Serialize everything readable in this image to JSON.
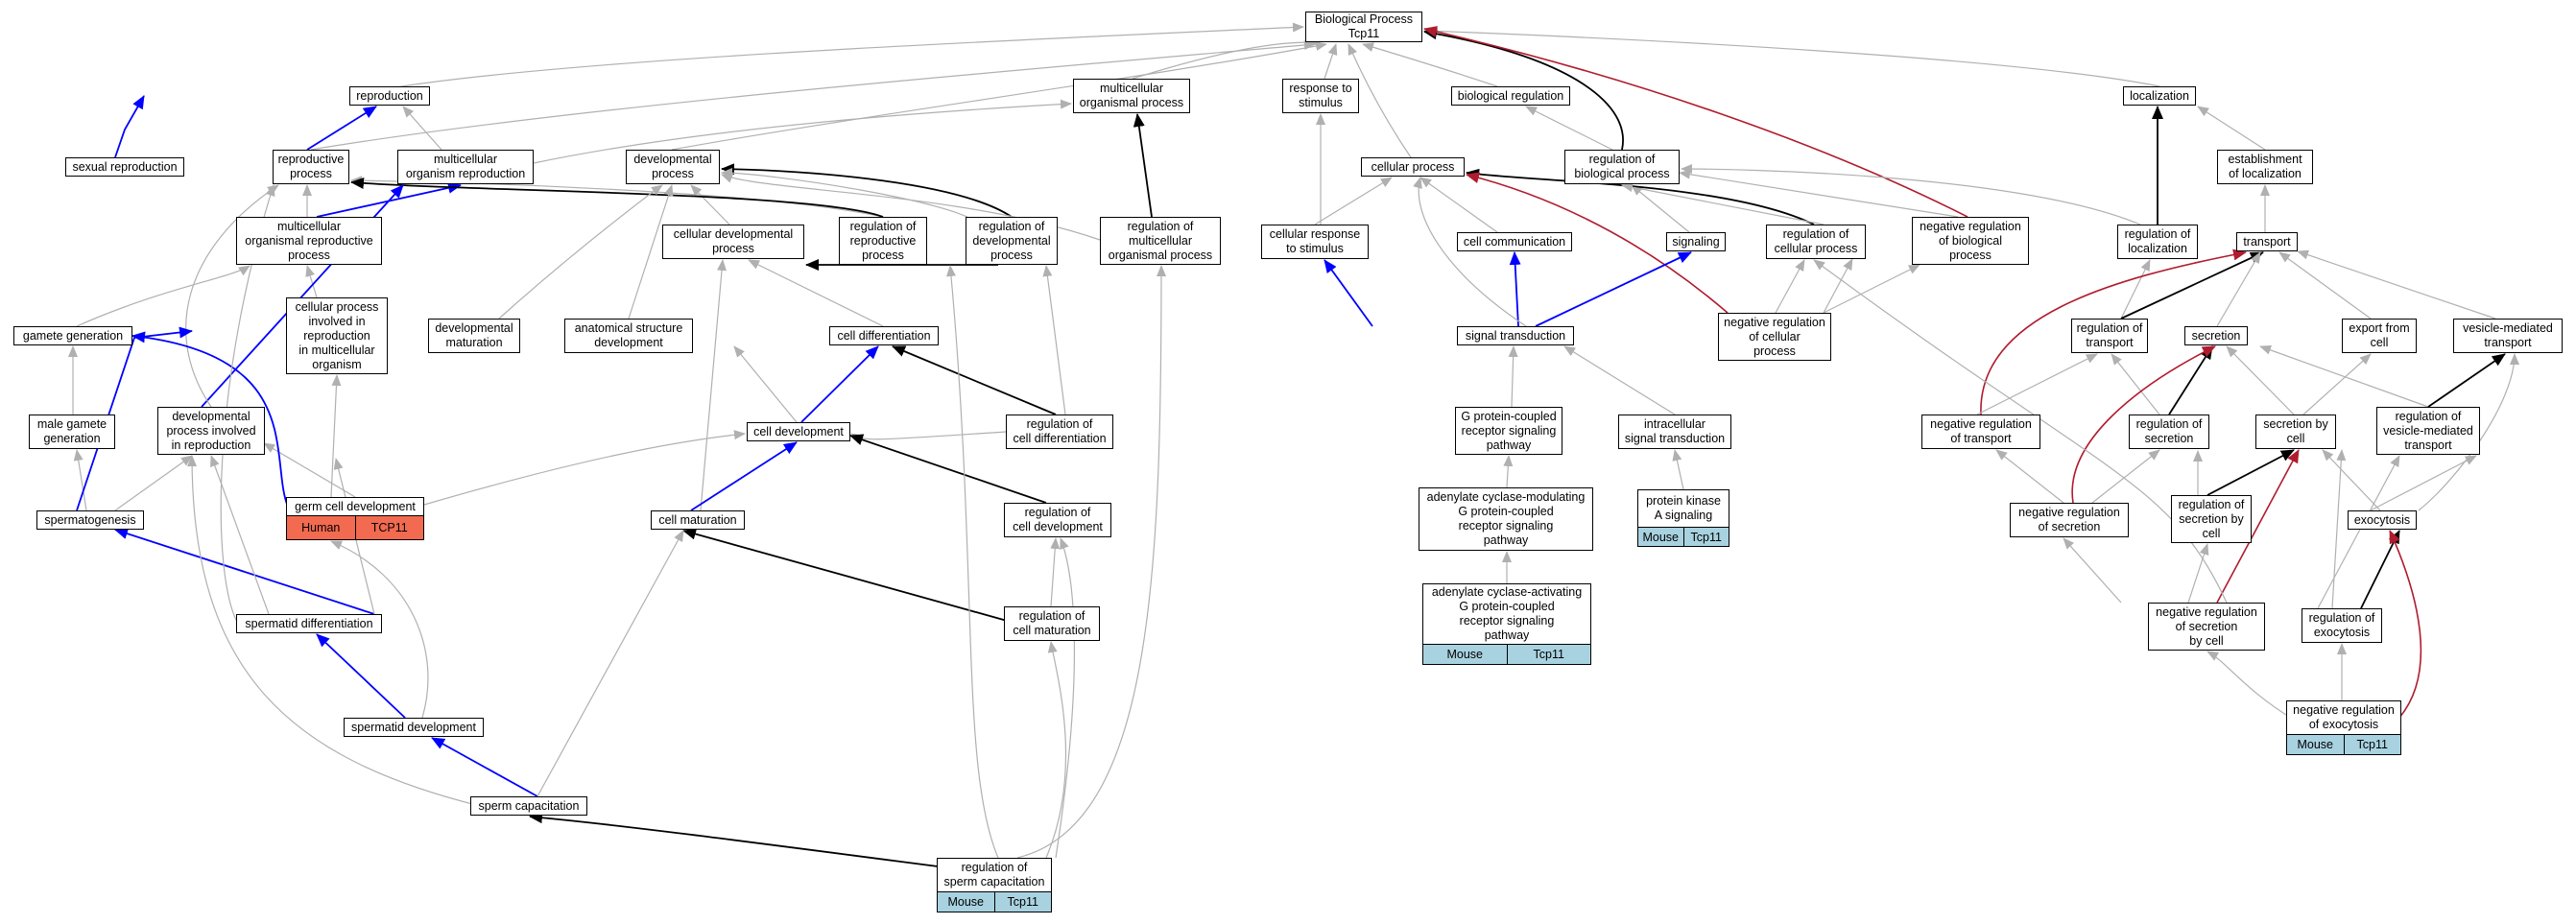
{
  "colors": {
    "is_a": "#b0b0b0",
    "part_of": "#0000ff",
    "regulates": "#000000",
    "neg_regulates": "#b01c2e",
    "human": "#f26a50",
    "mouse": "#a9d2e0"
  },
  "nodes": {
    "bp": "Biological Process\nTcp11",
    "reproduction": "reproduction",
    "multi_org": "multicellular\norganismal process",
    "response_stim": "response to\nstimulus",
    "bio_reg": "biological regulation",
    "localization": "localization",
    "sexual_repro": "sexual reproduction",
    "repro_process": "reproductive\nprocess",
    "multi_org_repro": "multicellular\norganism reproduction",
    "dev_process": "developmental\nprocess",
    "cellular_process": "cellular process",
    "reg_bio": "regulation of\nbiological process",
    "establish_loc": "establishment\nof localization",
    "multi_org_repro_proc": "multicellular\norganismal reproductive\nprocess",
    "cell_dev_process": "cellular developmental\nprocess",
    "reg_repro": "regulation of\nreproductive\nprocess",
    "reg_dev": "regulation of\ndevelopmental\nprocess",
    "reg_multi": "regulation of\nmulticellular\norganismal process",
    "cell_resp": "cellular response\nto stimulus",
    "cell_comm": "cell communication",
    "signaling": "signaling",
    "reg_cell_proc": "regulation of\ncellular process",
    "neg_reg_bio": "negative regulation\nof biological\nprocess",
    "reg_loc": "regulation of\nlocalization",
    "transport": "transport",
    "gamete_gen": "gamete generation",
    "cell_proc_repro": "cellular process\ninvolved in\nreproduction\nin multicellular\norganism",
    "dev_maturation": "developmental\nmaturation",
    "anat_struct": "anatomical structure\ndevelopment",
    "cell_diff": "cell differentiation",
    "signal_trans": "signal transduction",
    "neg_reg_cell": "negative regulation\nof cellular\nprocess",
    "reg_transport": "regulation of\ntransport",
    "secretion": "secretion",
    "export_cell": "export from\ncell",
    "vesicle_transport": "vesicle-mediated\ntransport",
    "male_gamete": "male gamete\ngeneration",
    "dev_proc_repro": "developmental\nprocess involved\nin reproduction",
    "cell_development": "cell development",
    "reg_cell_diff": "regulation of\ncell differentiation",
    "gpcr": "G protein-coupled\nreceptor signaling\npathway",
    "intracellular": "intracellular\nsignal transduction",
    "neg_reg_transport": "negative regulation\nof transport",
    "reg_secretion": "regulation of\nsecretion",
    "secretion_cell": "secretion by\ncell",
    "reg_vesicle": "regulation of\nvesicle-mediated\ntransport",
    "spermatogenesis": "spermatogenesis",
    "germ_cell_dev": "germ cell development",
    "cell_maturation": "cell maturation",
    "reg_cell_dev": "regulation of\ncell development",
    "adenylate_mod": "adenylate cyclase-modulating\nG protein-coupled\nreceptor signaling\npathway",
    "pka": "protein kinase\nA signaling",
    "neg_reg_secretion": "negative regulation\nof secretion",
    "reg_sec_cell": "regulation of\nsecretion by\ncell",
    "exocytosis": "exocytosis",
    "spermatid_diff": "spermatid differentiation",
    "reg_cell_mat": "regulation of\ncell maturation",
    "adenylate_act": "adenylate cyclase-activating\nG protein-coupled\nreceptor signaling\npathway",
    "neg_reg_sec_cell": "negative regulation\nof secretion\nby cell",
    "reg_exocytosis": "regulation of\nexocytosis",
    "spermatid_dev": "spermatid development",
    "neg_reg_exo": "negative regulation\nof exocytosis",
    "sperm_cap": "sperm capacitation",
    "reg_sperm_cap": "regulation of\nsperm capacitation"
  },
  "annotations": {
    "germ_cell_dev": [
      "Human",
      "TCP11"
    ],
    "pka": [
      "Mouse",
      "Tcp11"
    ],
    "adenylate_act": [
      "Mouse",
      "Tcp11"
    ],
    "neg_reg_exo": [
      "Mouse",
      "Tcp11"
    ],
    "reg_sperm_cap": [
      "Mouse",
      "Tcp11"
    ]
  }
}
